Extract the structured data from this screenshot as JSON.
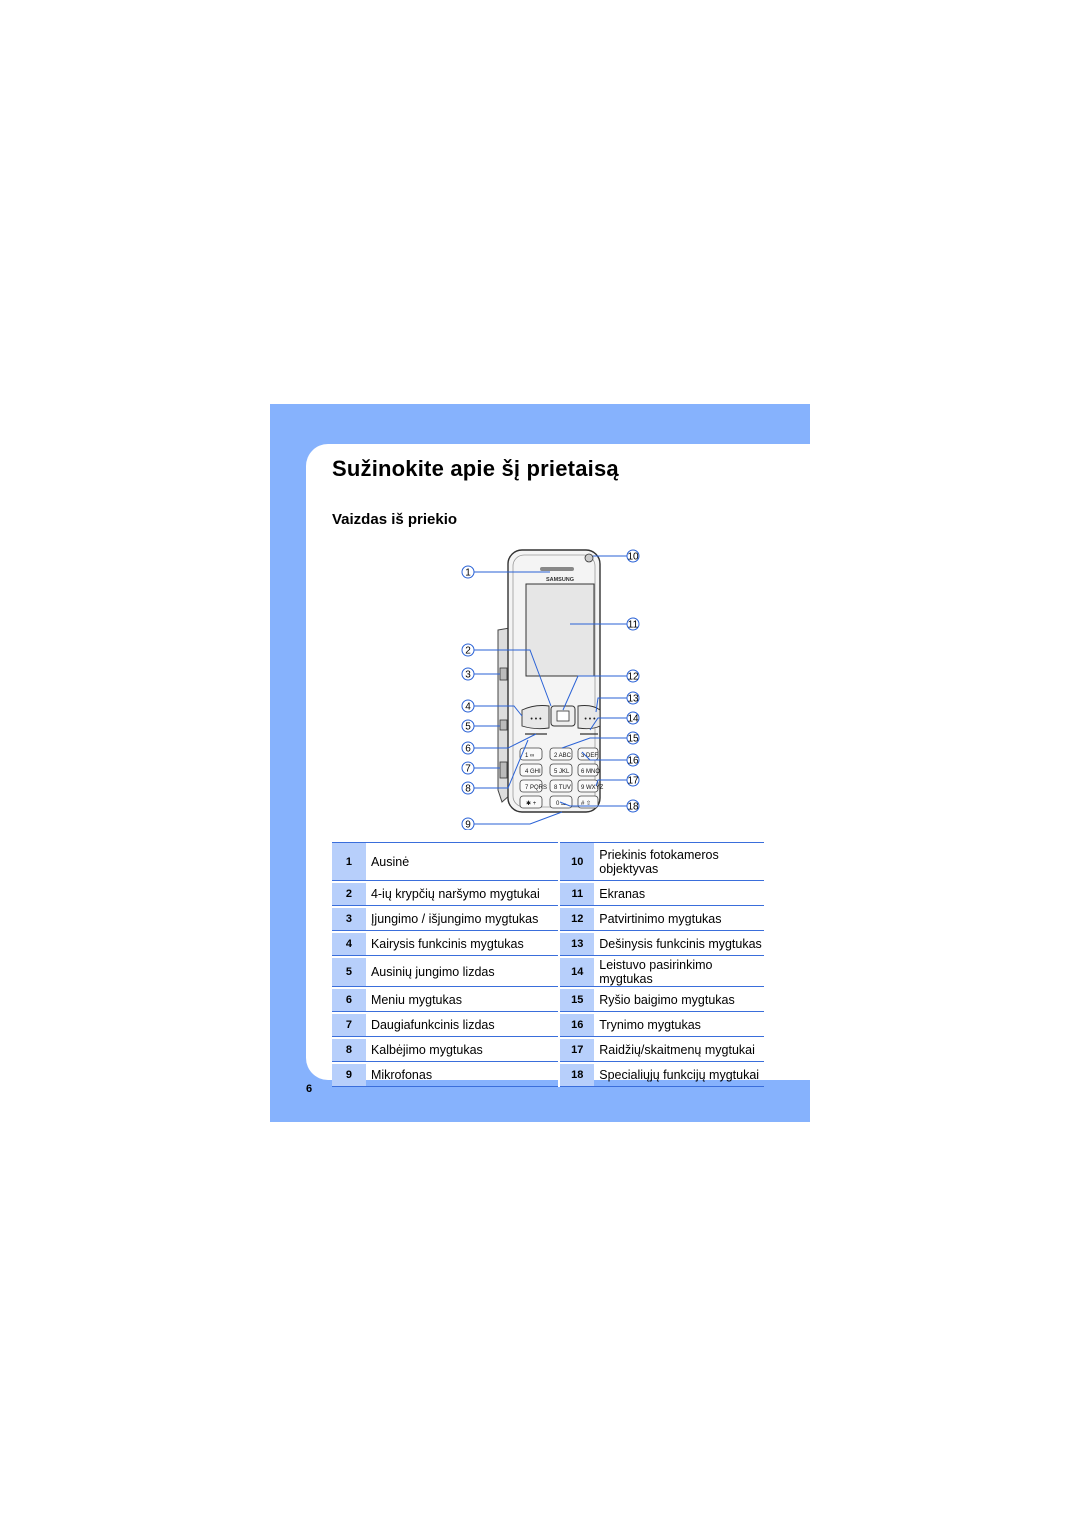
{
  "page": {
    "title": "Sužinokite apie šį prietaisą",
    "subtitle": "Vaizdas iš priekio",
    "page_number": "6"
  },
  "figure": {
    "brand": "SAMSUNG",
    "callouts": [
      "1",
      "2",
      "3",
      "4",
      "5",
      "6",
      "7",
      "8",
      "9",
      "10",
      "11",
      "12",
      "13",
      "14",
      "15",
      "16",
      "17",
      "18"
    ]
  },
  "legend": [
    {
      "left_num": "1",
      "left_label": "Ausinė",
      "right_num": "10",
      "right_label": "Priekinis fotokameros objektyvas"
    },
    {
      "left_num": "2",
      "left_label": "4-ių krypčių naršymo mygtukai",
      "right_num": "11",
      "right_label": "Ekranas"
    },
    {
      "left_num": "3",
      "left_label": "Įjungimo / išjungimo mygtukas",
      "right_num": "12",
      "right_label": "Patvirtinimo mygtukas"
    },
    {
      "left_num": "4",
      "left_label": "Kairysis funkcinis mygtukas",
      "right_num": "13",
      "right_label": "Dešinysis funkcinis mygtukas"
    },
    {
      "left_num": "5",
      "left_label": "Ausinių jungimo lizdas",
      "right_num": "14",
      "right_label": "Leistuvo pasirinkimo mygtukas"
    },
    {
      "left_num": "6",
      "left_label": "Meniu mygtukas",
      "right_num": "15",
      "right_label": "Ryšio baigimo mygtukas"
    },
    {
      "left_num": "7",
      "left_label": "Daugiafunkcinis lizdas",
      "right_num": "16",
      "right_label": "Trynimo mygtukas"
    },
    {
      "left_num": "8",
      "left_label": "Kalbėjimo mygtukas",
      "right_num": "17",
      "right_label": "Raidžių/skaitmenų mygtukai"
    },
    {
      "left_num": "9",
      "left_label": "Mikrofonas",
      "right_num": "18",
      "right_label": "Specialiųjų funkcijų mygtukai"
    }
  ],
  "colors": {
    "accent": "#86b2fd",
    "table_num_bg": "#b7cffb",
    "rule": "#3a6edb"
  }
}
